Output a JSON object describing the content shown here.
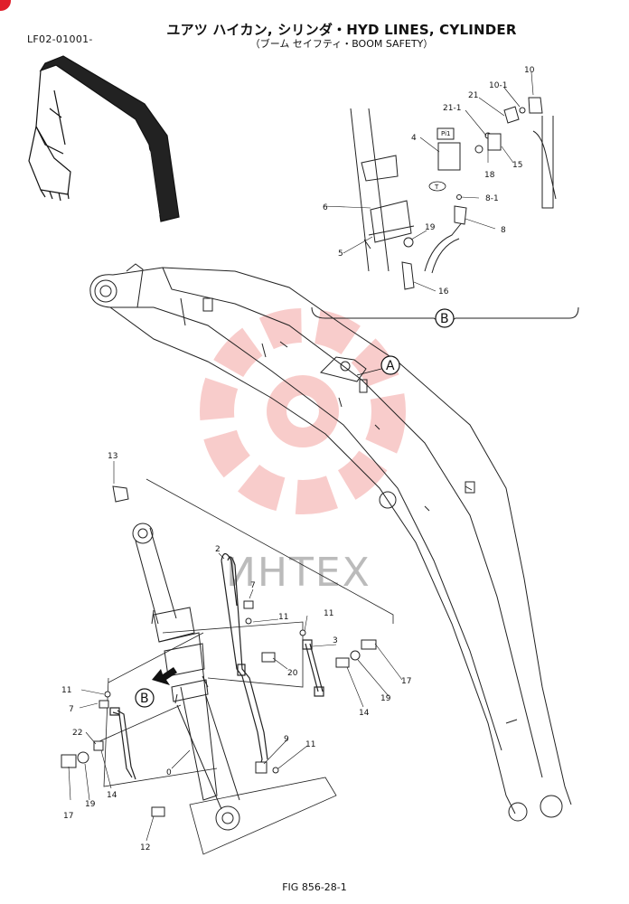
{
  "header": {
    "code": "LF02-01001-",
    "title": "ユアツ ハイカン, シリンダ・HYD LINES, CYLINDER",
    "subtitle": "（ブーム セイフティ・BOOM SAFETY）"
  },
  "footer": {
    "figure": "FIG 856-28-1"
  },
  "watermark": {
    "text": "ИНТЕХ",
    "color": "#f3a3a0"
  },
  "callouts": {
    "A": "A",
    "B": "B",
    "B_ref": "B"
  },
  "parts": {
    "p0": "0",
    "p2": "2",
    "p3": "3",
    "p4": "4",
    "p5": "5",
    "p6": "6",
    "p7a": "7",
    "p7b": "7",
    "p8": "8",
    "p8_1": "8-1",
    "p9": "9",
    "p10": "10",
    "p10_1": "10-1",
    "p11a": "11",
    "p11b": "11",
    "p11c": "11",
    "p11d": "11",
    "p12": "12",
    "p13": "13",
    "p14a": "14",
    "p14b": "14",
    "p15": "15",
    "p16": "16",
    "p17a": "17",
    "p17b": "17",
    "p18": "18",
    "p19a": "19",
    "p19b": "19",
    "p19c": "19",
    "p20": "20",
    "p21": "21",
    "p21_1": "21-1",
    "p22": "22",
    "pilot": "Pi1",
    "tank": "T"
  }
}
